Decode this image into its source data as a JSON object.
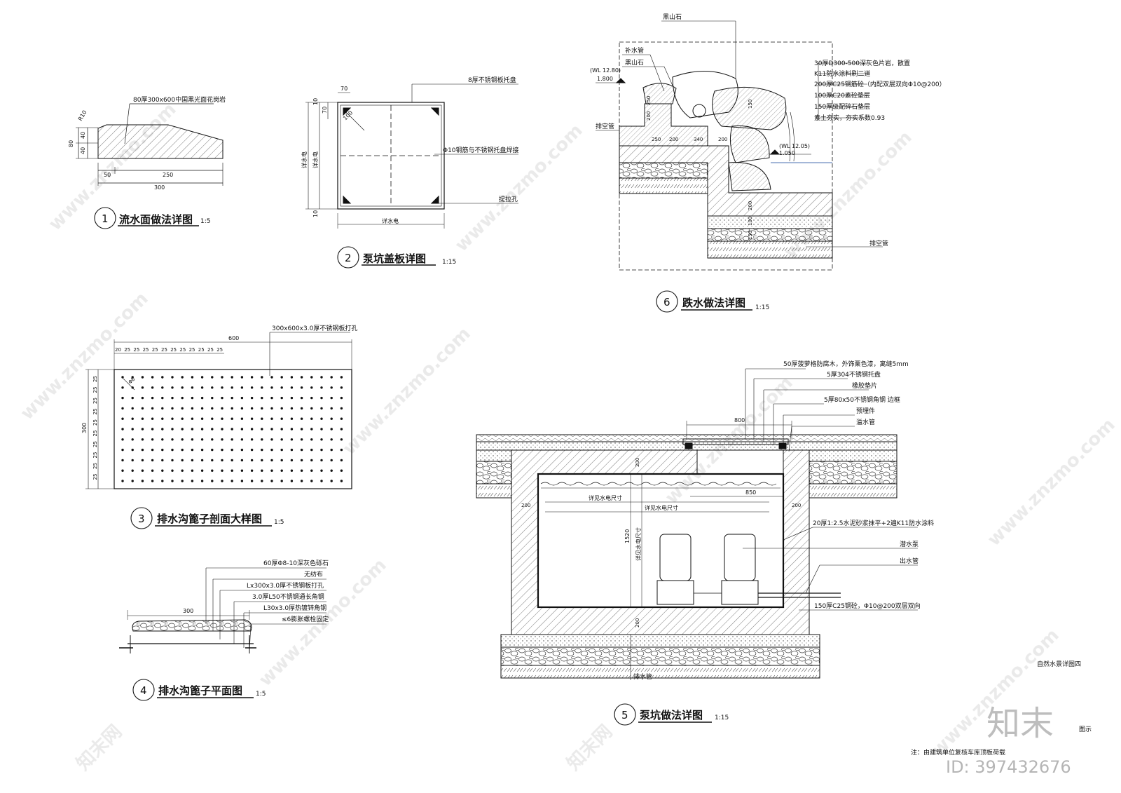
{
  "drawing_title": "自然水景详图四",
  "note": "注：由建筑单位复核车库顶板荷载",
  "brand": {
    "logo_text": "知末",
    "logo_sub": "图示",
    "id_text": "ID: 397432676",
    "watermark": "www.znzmo.com",
    "watermark_cn": "知末网"
  },
  "d1": {
    "num": "1",
    "title": "流水面做法详图",
    "scale": "1:5",
    "callout": "80厚300x600中国黑光面花岗岩",
    "dims": {
      "r": "R10",
      "h_total": "80",
      "h_a": "40",
      "h_b": "40",
      "w_a": "50",
      "w_b": "250",
      "w_total": "300"
    }
  },
  "d2": {
    "num": "2",
    "title": "泵坑盖板详图",
    "scale": "1:15",
    "callouts": [
      "8厚不锈钢板托盘",
      "Φ10钢筋与不锈钢托盘焊接",
      "提拉孔"
    ],
    "dims": {
      "t70": "70",
      "t70v": "70",
      "d100": "100",
      "v_left": "详水电",
      "v_mid": "详水电",
      "b10": "10",
      "b10b": "10",
      "bottom": "详水电"
    }
  },
  "d3": {
    "num": "3",
    "title": "排水沟篦子剖面大样图",
    "scale": "1:5",
    "callout": "300x600x3.0厚不锈钢板打孔",
    "width": "600",
    "height": "300",
    "top_dims": [
      "20",
      "25",
      "25",
      "25",
      "25",
      "25",
      "25",
      "25",
      "25",
      "25",
      "25",
      "25"
    ],
    "side_dims": [
      "25",
      "25",
      "25",
      "25",
      "25",
      "25",
      "25",
      "25",
      "25",
      "25"
    ],
    "hole": "Φ8"
  },
  "d4": {
    "num": "4",
    "title": "排水沟篦子平面图",
    "scale": "1:5",
    "callouts": [
      "60厚Φ8-10深灰色砾石",
      "无纺布",
      "Lx300x3.0厚不锈钢板打孔",
      "3.0厚L50不锈钢通长角钢",
      "L30x3.0厚热镀锌角钢",
      "≤6膨胀螺栓固定"
    ],
    "width": "300"
  },
  "d5": {
    "num": "5",
    "title": "泵坑做法详图",
    "scale": "1:15",
    "callouts": [
      "50厚菠萝格防腐木，外饰栗色漆，离缝5mm",
      "5厚304不锈钢托盘",
      "橡胶垫片",
      "5厚80x50不锈钢角钢 边框",
      "预埋件",
      "溢水管",
      "20厚1:2.5水泥砂浆抹平+2遍K11防水涂料",
      "潜水泵",
      "出水管",
      "150厚C25钢砼，Φ10@200双层双向",
      "排水管"
    ],
    "dims": {
      "w800": "800",
      "w850": "850",
      "h1520": "1520",
      "t200a": "200",
      "t200b": "200",
      "t200c": "200",
      "t200d": "200",
      "dim_a": "详见水电尺寸",
      "dim_b": "详见水电尺寸",
      "dim_c": "详见水电尺寸"
    }
  },
  "d6": {
    "num": "6",
    "title": "跌水做法详图",
    "scale": "1:15",
    "left_labels": [
      "黑山石",
      "补水管",
      "黑山石",
      "排空管"
    ],
    "levels": [
      "(WL 12.80)",
      "1.800",
      "(WL 12.05)",
      "1.050"
    ],
    "right_callouts": [
      "30厚D300-500深灰色片岩，散置",
      "K11防水涂料刷二道",
      "200厚C25钢筋砼（内配双层双向Φ10@200）",
      "100厚C20素砼垫层",
      "150厚级配碎石垫层",
      "素土夯实，夯实系数0.93"
    ],
    "bottom_label": "排空管",
    "dims": [
      "250",
      "200",
      "250",
      "200",
      "340",
      "200",
      "150",
      "200",
      "100",
      "150"
    ]
  }
}
